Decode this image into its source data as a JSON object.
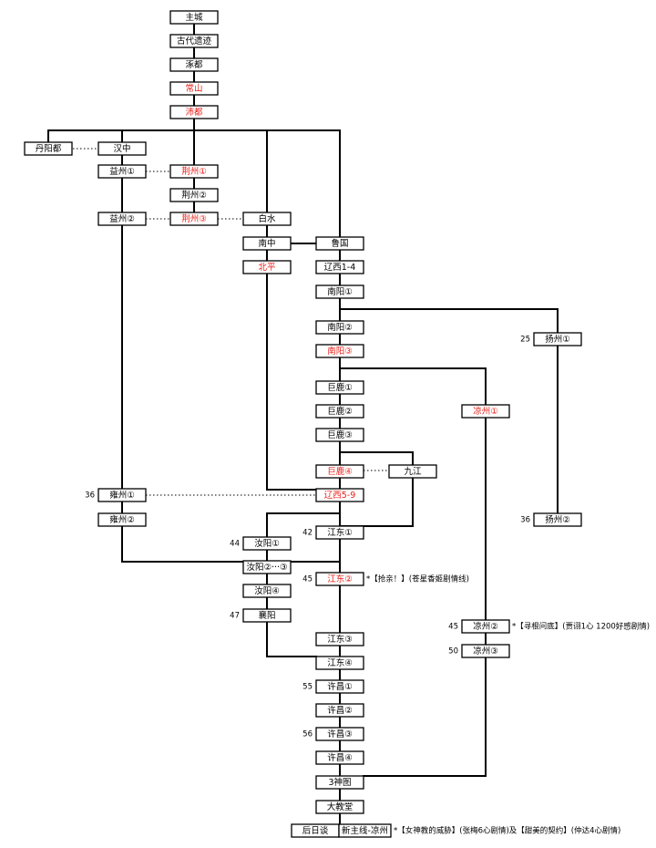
{
  "colors": {
    "normal": "#000000",
    "highlight": "#e8201a"
  },
  "nodes": {
    "zhucheng": {
      "label": "主城",
      "color": "normal"
    },
    "gudai": {
      "label": "古代遗迹",
      "color": "normal"
    },
    "zhuodu": {
      "label": "涿都",
      "color": "normal"
    },
    "changshan": {
      "label": "常山",
      "color": "highlight"
    },
    "peidu": {
      "label": "沛都",
      "color": "highlight"
    },
    "danyang": {
      "label": "丹阳都",
      "color": "normal"
    },
    "hanzhong": {
      "label": "汉中",
      "color": "normal"
    },
    "yizhou1": {
      "label": "益州①",
      "color": "normal"
    },
    "jingzhou1": {
      "label": "荆州①",
      "color": "highlight"
    },
    "jingzhou2": {
      "label": "荆州②",
      "color": "normal"
    },
    "yizhou2": {
      "label": "益州②",
      "color": "normal"
    },
    "jingzhou3": {
      "label": "荆州③",
      "color": "highlight"
    },
    "baishui": {
      "label": "白水",
      "color": "normal"
    },
    "nanzhong": {
      "label": "南中",
      "color": "normal"
    },
    "luguo": {
      "label": "鲁国",
      "color": "normal"
    },
    "beiping": {
      "label": "北平",
      "color": "highlight"
    },
    "liaoxi14": {
      "label": "辽西1-4",
      "color": "normal"
    },
    "nanyang1": {
      "label": "南阳①",
      "color": "normal"
    },
    "nanyang2": {
      "label": "南阳②",
      "color": "normal"
    },
    "nanyang3": {
      "label": "南阳③",
      "color": "highlight"
    },
    "yangzhou1": {
      "label": "扬州①",
      "color": "normal"
    },
    "julu1": {
      "label": "巨鹿①",
      "color": "normal"
    },
    "liangzhou1": {
      "label": "凉州①",
      "color": "highlight"
    },
    "julu2": {
      "label": "巨鹿②",
      "color": "normal"
    },
    "julu3": {
      "label": "巨鹿③",
      "color": "normal"
    },
    "julu4": {
      "label": "巨鹿④",
      "color": "highlight"
    },
    "jiujiang": {
      "label": "九江",
      "color": "normal"
    },
    "yongzhou1": {
      "label": "雍州①",
      "color": "normal"
    },
    "liaoxi59": {
      "label": "辽西5-9",
      "color": "highlight"
    },
    "yangzhou2": {
      "label": "扬州②",
      "color": "normal"
    },
    "yongzhou2": {
      "label": "雍州②",
      "color": "normal"
    },
    "jiangdong1": {
      "label": "江东①",
      "color": "normal"
    },
    "runan1": {
      "label": "汝阳①",
      "color": "normal"
    },
    "runan23": {
      "label": "汝阳②···③",
      "color": "normal"
    },
    "jiangdong2": {
      "label": "江东②",
      "color": "highlight"
    },
    "runan4": {
      "label": "汝阳④",
      "color": "normal"
    },
    "xiangyang": {
      "label": "襄阳",
      "color": "normal"
    },
    "liangzhou2": {
      "label": "凉州②",
      "color": "normal"
    },
    "liangzhou3": {
      "label": "凉州③",
      "color": "normal"
    },
    "jiangdong3": {
      "label": "江东③",
      "color": "normal"
    },
    "jiangdong4": {
      "label": "江东④",
      "color": "normal"
    },
    "xuchang1": {
      "label": "许昌①",
      "color": "normal"
    },
    "xuchang2": {
      "label": "许昌②",
      "color": "normal"
    },
    "xuchang3": {
      "label": "许昌③",
      "color": "normal"
    },
    "xuchang4": {
      "label": "许昌④",
      "color": "normal"
    },
    "sanshenmiao": {
      "label": "3神图",
      "color": "normal"
    },
    "dajiaotang": {
      "label": "大教堂",
      "color": "normal"
    },
    "hourita": {
      "label": "后日谈",
      "color": "normal"
    },
    "xinzhuxian": {
      "label": "新主线-凉州",
      "color": "normal"
    }
  },
  "levels": {
    "yangzhou1": "25",
    "yongzhou1": "36",
    "yangzhou2": "36",
    "jiangdong1": "42",
    "runan1": "44",
    "jiangdong2": "45",
    "xiangyang": "47",
    "liangzhou2": "45",
    "liangzhou3": "50",
    "xuchang1": "55",
    "xuchang3": "56"
  },
  "notes": {
    "jiangdong2": "*【抢亲！】(苍星香姬剧情线)",
    "liangzhou2": "*【寻根问底】(贾诩1心 1200好感剧情)",
    "xinzhuxian": "*【女神教的威胁】(张梅6心剧情)及【甜美的契约】(仲达4心剧情)"
  }
}
